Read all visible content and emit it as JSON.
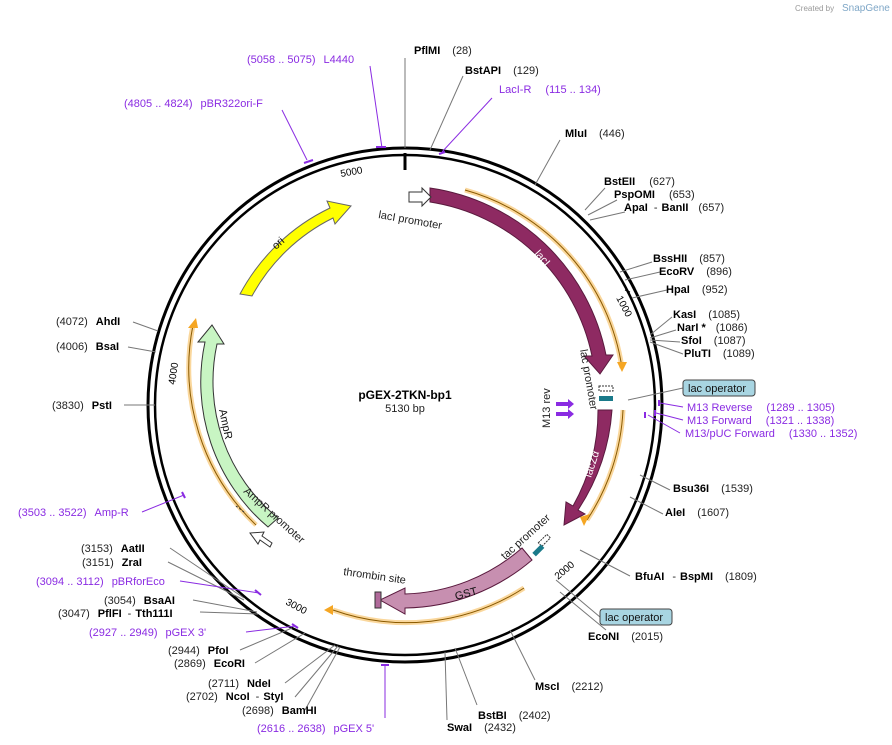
{
  "header": {
    "created_by": "Created by",
    "brand": "SnapGene"
  },
  "plasmid": {
    "name": "pGEX-2TKN-bp1",
    "length": "5130 bp"
  },
  "ticks": [
    {
      "label": "1000"
    },
    {
      "label": "2000"
    },
    {
      "label": "3000"
    },
    {
      "label": "4000"
    },
    {
      "label": "5000"
    }
  ],
  "enzymes_right": [
    {
      "name": "PflMI",
      "pos": "(28)"
    },
    {
      "name": "BstAPI",
      "pos": "(129)"
    },
    {
      "name": "MluI",
      "pos": "(446)"
    },
    {
      "name": "BstEII",
      "pos": "(627)"
    },
    {
      "name": "PspOMI",
      "pos": "(653)"
    },
    {
      "name": "ApaI",
      "sep": "-",
      "name2": "BanII",
      "pos": "(657)"
    },
    {
      "name": "BssHII",
      "pos": "(857)"
    },
    {
      "name": "EcoRV",
      "pos": "(896)"
    },
    {
      "name": "HpaI",
      "pos": "(952)"
    },
    {
      "name": "KasI",
      "pos": "(1085)"
    },
    {
      "name": "NarI *",
      "pos": "(1086)"
    },
    {
      "name": "SfoI",
      "pos": "(1087)"
    },
    {
      "name": "PluTI",
      "pos": "(1089)"
    },
    {
      "name": "Bsu36I",
      "pos": "(1539)"
    },
    {
      "name": "AleI",
      "pos": "(1607)"
    },
    {
      "name": "BfuAI",
      "sep": "-",
      "name2": "BspMI",
      "pos": "(1809)"
    },
    {
      "name": "EcoNI",
      "pos": "(2015)"
    },
    {
      "name": "MscI",
      "pos": "(2212)"
    },
    {
      "name": "BstBI",
      "pos": "(2402)"
    },
    {
      "name": "SwaI",
      "pos": "(2432)"
    }
  ],
  "enzymes_left": [
    {
      "pos": "(4072)",
      "name": "AhdI"
    },
    {
      "pos": "(4006)",
      "name": "BsaI"
    },
    {
      "pos": "(3830)",
      "name": "PstI"
    },
    {
      "pos": "(3153)",
      "name": "AatII"
    },
    {
      "pos": "(3151)",
      "name": "ZraI"
    },
    {
      "pos": "(3054)",
      "name": "BsaAI"
    },
    {
      "pos": "(3047)",
      "name": "PflFI",
      "sep": "-",
      "name2": "Tth111I"
    },
    {
      "pos": "(2944)",
      "name": "PfoI"
    },
    {
      "pos": "(2869)",
      "name": "EcoRI"
    },
    {
      "pos": "(2711)",
      "name": "NdeI"
    },
    {
      "pos": "(2702)",
      "name": "NcoI",
      "sep": "-",
      "name2": "StyI"
    },
    {
      "pos": "(2698)",
      "name": "BamHI"
    }
  ],
  "primers": [
    {
      "range": "(5058 .. 5075)",
      "name": "L4440"
    },
    {
      "range": "(4805 .. 4824)",
      "name": "pBR322ori-F"
    },
    {
      "name": "LacI-R",
      "range": "(115 .. 134)"
    },
    {
      "name": "M13 Reverse",
      "range": "(1289 .. 1305)"
    },
    {
      "name": "M13 Forward",
      "range": "(1321 .. 1338)"
    },
    {
      "name": "M13/pUC Forward",
      "range": "(1330 .. 1352)"
    },
    {
      "range": "(3503 .. 3522)",
      "name": "Amp-R"
    },
    {
      "range": "(3094 .. 3112)",
      "name": "pBRforEco"
    },
    {
      "range": "(2927 .. 2949)",
      "name": "pGEX 3'"
    },
    {
      "range": "(2616 .. 2638)",
      "name": "pGEX 5'"
    }
  ],
  "features": {
    "lacI_promoter": "lacI promoter",
    "lacI": "lacI",
    "lac_promoter": "lac promoter",
    "lacZa": "lacZα",
    "tac_promoter": "tac promoter",
    "GST": "GST",
    "thrombin_site": "thrombin site",
    "AmpR": "AmpR",
    "AmpR_promoter": "AmpR promoter",
    "ori": "ori",
    "M13_rev": "M13 rev",
    "lac_operator_1": "lac operator",
    "lac_operator_2": "lac operator"
  },
  "colors": {
    "lacI": "#8e2a62",
    "lacZa": "#8e2a62",
    "GST": "#c78fb0",
    "ori": "#ffff00",
    "AmpR": "#c8f5c3",
    "orange_orf": "#f5a623",
    "primer": "#8a2be2",
    "lac_operator_box": "#a8d5e2"
  }
}
